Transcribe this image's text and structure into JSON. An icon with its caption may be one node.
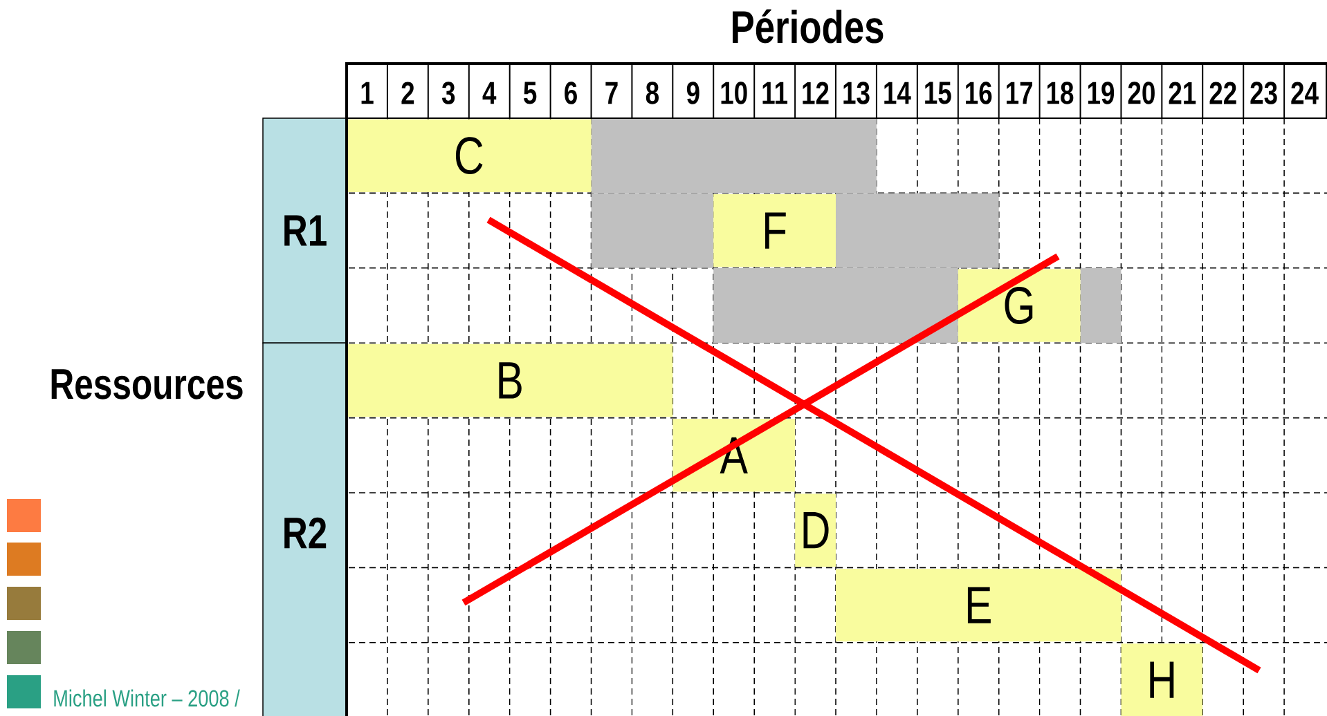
{
  "diagram": {
    "title": "Périodes",
    "nodes": [
      {
        "text": [
          "R1"
        ]
      },
      {
        "text": [
          "C"
        ]
      },
      {
        "text": [
          "F"
        ]
      },
      {
        "text": [
          "G"
        ]
      },
      {
        "text": [
          "R2"
        ]
      },
      {
        "text": [
          "B"
        ]
      },
      {
        "text": [
          "A"
        ]
      },
      {
        "text": [
          "D"
        ]
      },
      {
        "text": [
          "E"
        ]
      },
      {
        "text": [
          "H"
        ]
      }
    ],
    "labels": [
      "1",
      "2",
      "3",
      "4",
      "5",
      "6",
      "7",
      "8",
      "9",
      "10",
      "11",
      "12",
      "13",
      "14",
      "15",
      "16",
      "17",
      "18",
      "19",
      "20",
      "21",
      "22",
      "23",
      "24",
      "Ressources",
      "Michel Winter – 2008 /"
    ]
  }
}
